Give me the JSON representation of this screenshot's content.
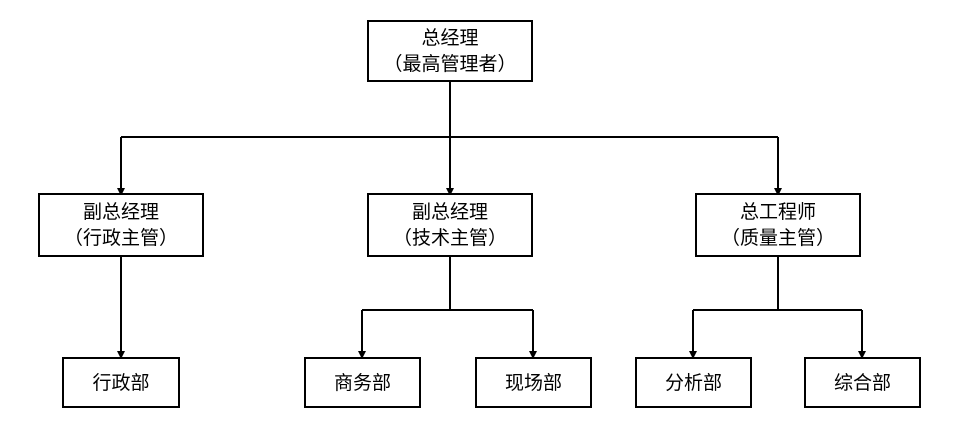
{
  "org_chart": {
    "root": {
      "title": "总经理",
      "subtitle": "（最高管理者）"
    },
    "level2": [
      {
        "title": "副总经理",
        "subtitle": "（行政主管）"
      },
      {
        "title": "副总经理",
        "subtitle": "（技术主管）"
      },
      {
        "title": "总工程师",
        "subtitle": "（质量主管）"
      }
    ],
    "departments": [
      {
        "label": "行政部"
      },
      {
        "label": "商务部"
      },
      {
        "label": "现场部"
      },
      {
        "label": "分析部"
      },
      {
        "label": "综合部"
      }
    ]
  },
  "colors": {
    "line": "#000000",
    "box_border": "#000000",
    "background": "#ffffff"
  }
}
